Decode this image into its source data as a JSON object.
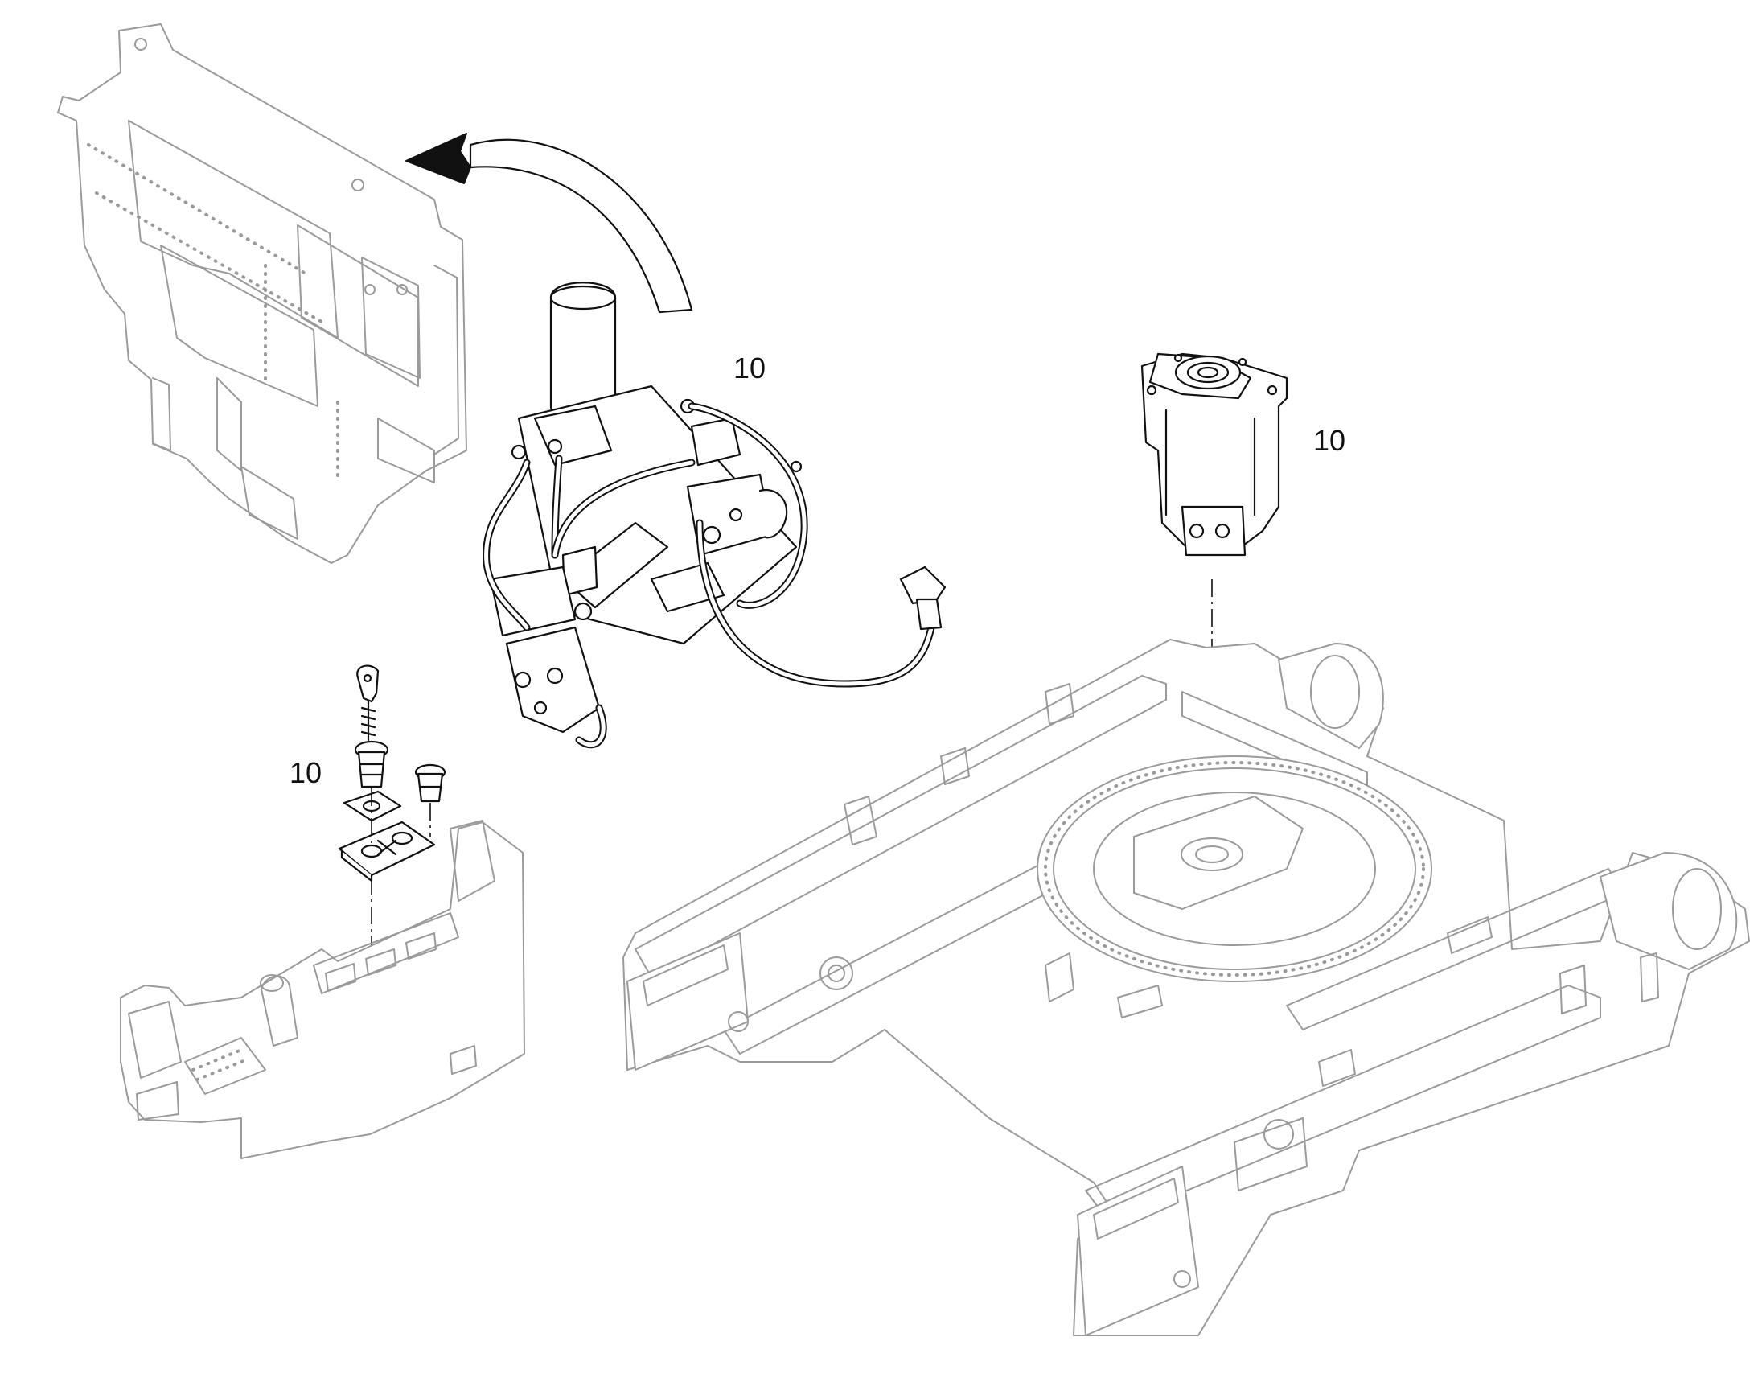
{
  "callouts": {
    "valve_assembly": "10",
    "swing_motor": "10",
    "ignition_switch": "10"
  }
}
